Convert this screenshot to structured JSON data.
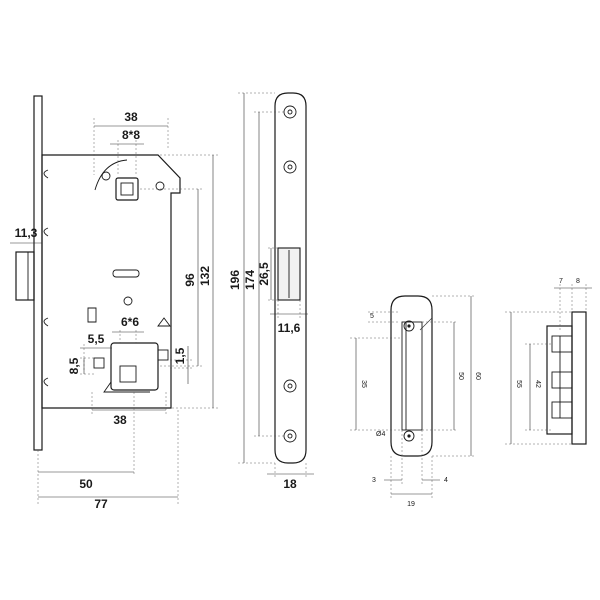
{
  "dimensions": {
    "lock_body": {
      "top_width": "38",
      "square_spindle": "8*8",
      "backset_face": "11,3",
      "height_between_centers": "96",
      "body_height": "132",
      "square_lower": "6*6",
      "offset_5_5": "5,5",
      "offset_8_5": "8,5",
      "offset_1_5": "1,5",
      "bottom_width": "38",
      "backset": "50",
      "total_depth": "77"
    },
    "faceplate": {
      "total_height": "196",
      "hole_spacing": "174",
      "latch_height": "26,5",
      "latch_width": "11,6",
      "plate_width": "18"
    },
    "strike_plate": {
      "top_offset": "5",
      "inner_length": "35",
      "slot_length": "50",
      "total_length": "60",
      "hole_diameter": "Ø4",
      "left_offset": "3",
      "right_offset": "4",
      "width": "19"
    },
    "strike_box": {
      "depth_a": "7",
      "depth_b": "8",
      "inner_height": "42",
      "outer_height": "55"
    }
  }
}
